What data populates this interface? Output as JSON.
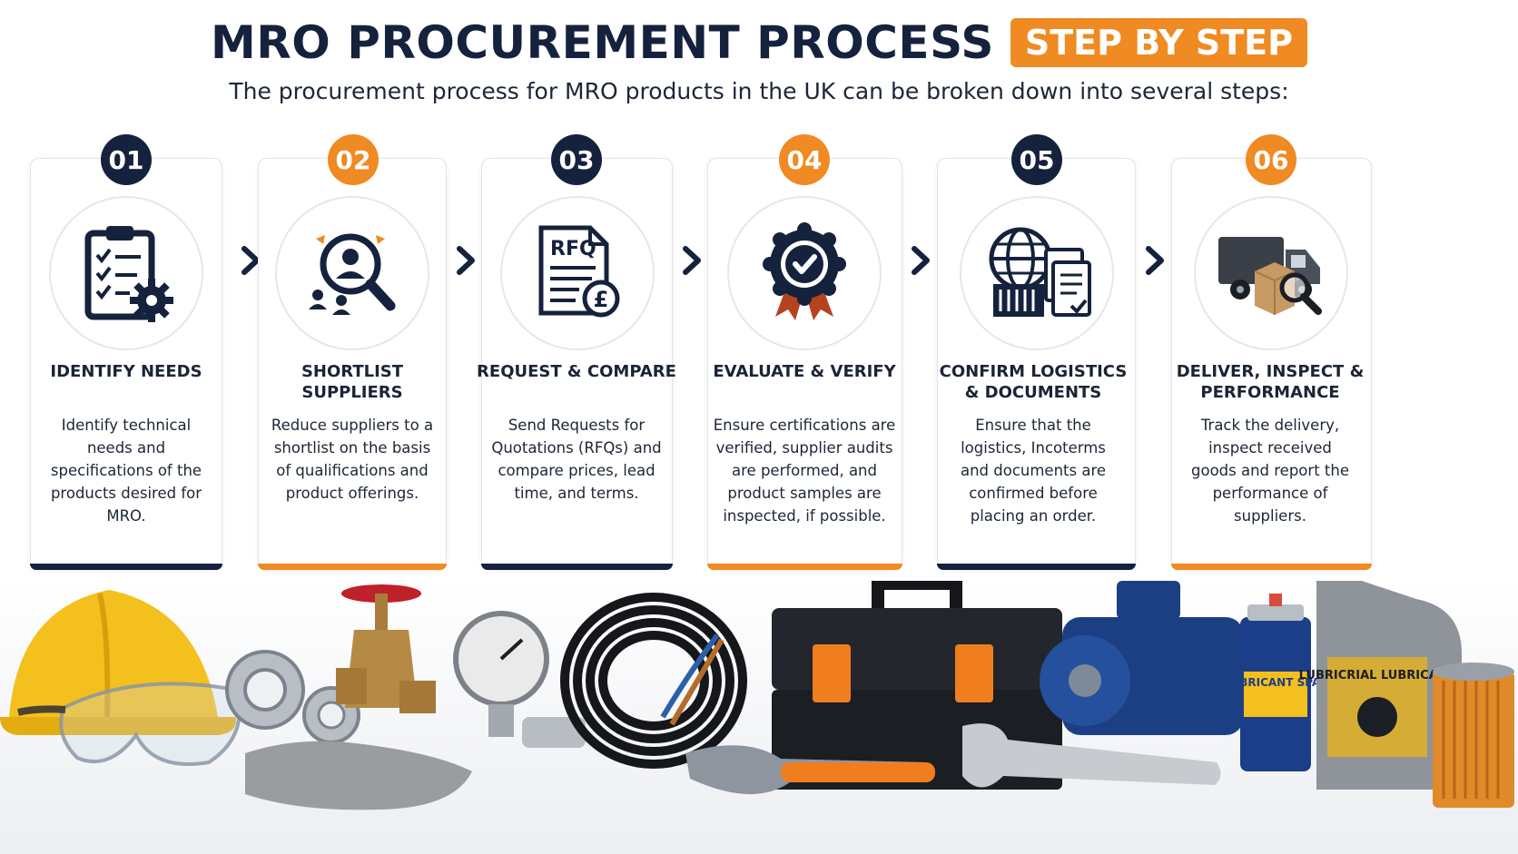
{
  "header": {
    "title": "MRO PROCUREMENT PROCESS",
    "badge": "STEP BY STEP",
    "subtitle": "The procurement process for MRO products in the UK can be broken down into several steps:"
  },
  "colors": {
    "navy": "#15223d",
    "orange": "#f08a22"
  },
  "steps": [
    {
      "number": "01",
      "title": "IDENTIFY NEEDS",
      "description": "Identify technical needs and specifications of the products desired for MRO.",
      "icon": "clipboard-checklist-gear-icon",
      "accent": "navy"
    },
    {
      "number": "02",
      "title": "SHORTLIST SUPPLIERS",
      "description": "Reduce suppliers to a shortlist on the basis of qualifications and product offerings.",
      "icon": "magnifier-people-icon",
      "accent": "orange"
    },
    {
      "number": "03",
      "title": "REQUEST & COMPARE",
      "description": "Send Requests for Quotations (RFQs) and compare prices, lead time, and terms.",
      "icon": "rfq-document-pound-icon",
      "icon_text": "RFQ",
      "icon_symbol": "£",
      "accent": "navy"
    },
    {
      "number": "04",
      "title": "EVALUATE & VERIFY",
      "description": "Ensure certifications are verified, supplier audits are performed, and product samples are inspected, if possible.",
      "icon": "certified-badge-ribbon-icon",
      "accent": "orange"
    },
    {
      "number": "05",
      "title": "CONFIRM LOGISTICS & DOCUMENTS",
      "description": "Ensure that the logistics, Incoterms and documents are confirmed before placing an order.",
      "icon": "globe-container-documents-icon",
      "accent": "navy"
    },
    {
      "number": "06",
      "title": "DELIVER, INSPECT & PERFORMANCE",
      "description": "Track the delivery, inspect received goods and report the performance of suppliers.",
      "icon": "truck-box-magnifier-icon",
      "accent": "orange"
    }
  ],
  "products": {
    "spray_label": "LUBRICANT SPAY",
    "oil_label": "LUBRICRIAL LUBRICANT"
  }
}
